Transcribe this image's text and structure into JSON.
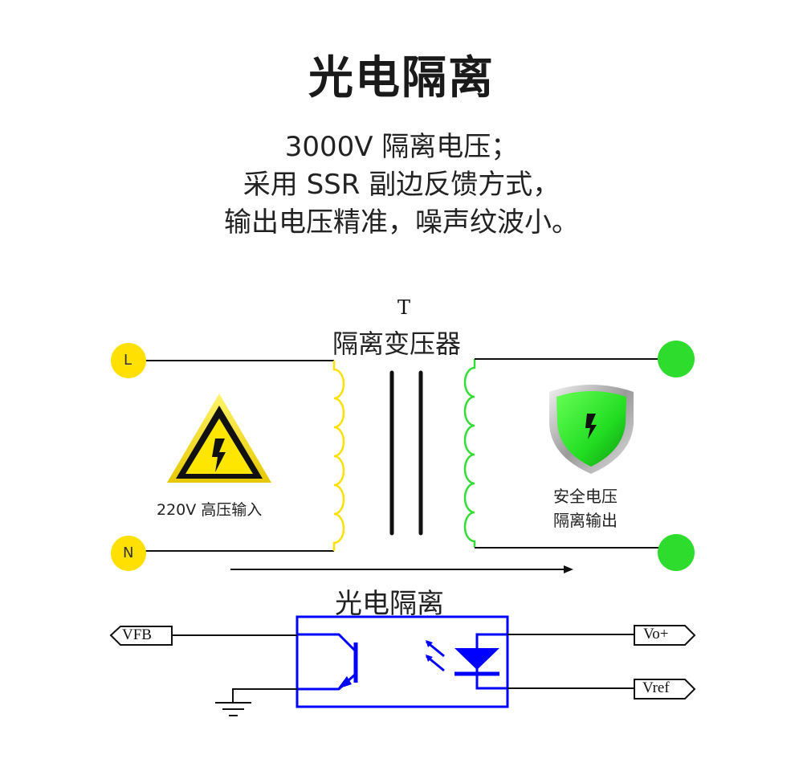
{
  "header": {
    "title": "光电隔离",
    "subtitle_lines": [
      "3000V 隔离电压；",
      "采用 SSR 副边反馈方式，",
      "输出电压精准，噪声纹波小。"
    ]
  },
  "transformer": {
    "designator": "T",
    "label": "隔离变压器",
    "primary_color": "#ffe000",
    "secondary_color": "#33dd33"
  },
  "input": {
    "terminal_L": "L",
    "terminal_N": "N",
    "terminal_color": "#ffe000",
    "warning_icon": "high-voltage-warning-triangle",
    "caption": "220V 高压输入"
  },
  "output": {
    "terminal_color": "#2edc2e",
    "shield_icon": "safety-shield-lightning",
    "caption_line1": "安全电压",
    "caption_line2": "隔离输出"
  },
  "optocoupler": {
    "label": "光电隔离",
    "box_color": "#0000ff",
    "pins": {
      "left_top": "VFB",
      "right_top": "Vo+",
      "right_bottom": "Vref"
    },
    "ground_icon": "ground-symbol"
  }
}
